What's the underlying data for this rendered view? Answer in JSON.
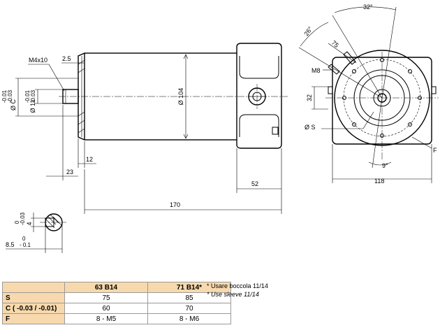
{
  "drawing": {
    "side_view": {
      "thread_label": "M4x10",
      "dim_2_5": "2.5",
      "dim_c_tol_top": "-0.01",
      "dim_c_tol_bottom": "-0.03",
      "dim_c_label": "Ø C",
      "dim_11_tol_top": "-0.01",
      "dim_11_tol_bottom": "-0.03",
      "dim_11_label": "Ø 11",
      "dim_104": "Ø 104",
      "dim_12": "12",
      "dim_23": "23",
      "dim_52": "52",
      "dim_170": "170"
    },
    "front_view": {
      "angle_32": "32°",
      "angle_26": "26°",
      "dim_75": "75",
      "m8_label": "M8",
      "dim_32": "32",
      "s_label": "Ø S",
      "f_label": "F",
      "angle_9": "9°",
      "dim_118": "118"
    },
    "shaft_section": {
      "tol_top": "0",
      "tol_bottom": "-0.03",
      "key_width": "4",
      "dim_8_5": "8.5",
      "dim_8_5_tol_top": "0",
      "dim_8_5_tol_bottom": "- 0.1"
    }
  },
  "table": {
    "columns": [
      "",
      "63 B14",
      "71 B14*"
    ],
    "rows": [
      {
        "label": "S",
        "v1": "75",
        "v2": "85"
      },
      {
        "label": "C ( -0.03 / -0.01)",
        "v1": "60",
        "v2": "70"
      },
      {
        "label": "F",
        "v1": "8 - M5",
        "v2": "8 - M6"
      }
    ]
  },
  "notes": {
    "it": "* Usare boccola 11/14",
    "en": "* Use sleeve 11/14"
  },
  "colors": {
    "table_header_fill": "#f7d9ad",
    "line": "#000000"
  }
}
